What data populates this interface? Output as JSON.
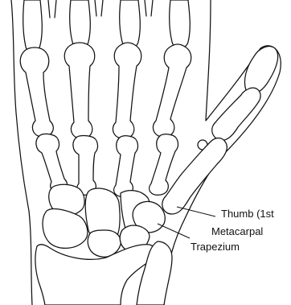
{
  "figure": {
    "labels": {
      "thumb_line1": "Thumb (1st",
      "thumb_line2": "Metacarpal",
      "trapezium": "Trapezium"
    },
    "colors": {
      "line": "#111111",
      "background": "#ffffff"
    }
  }
}
